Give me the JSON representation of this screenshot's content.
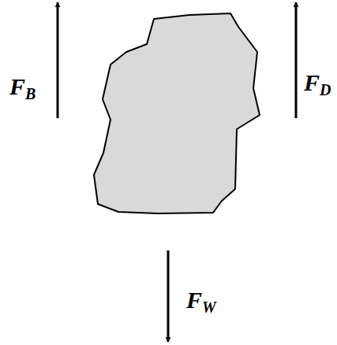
{
  "diagram": {
    "labels": [
      "FB",
      "FD",
      "FW"
    ]
  }
}
